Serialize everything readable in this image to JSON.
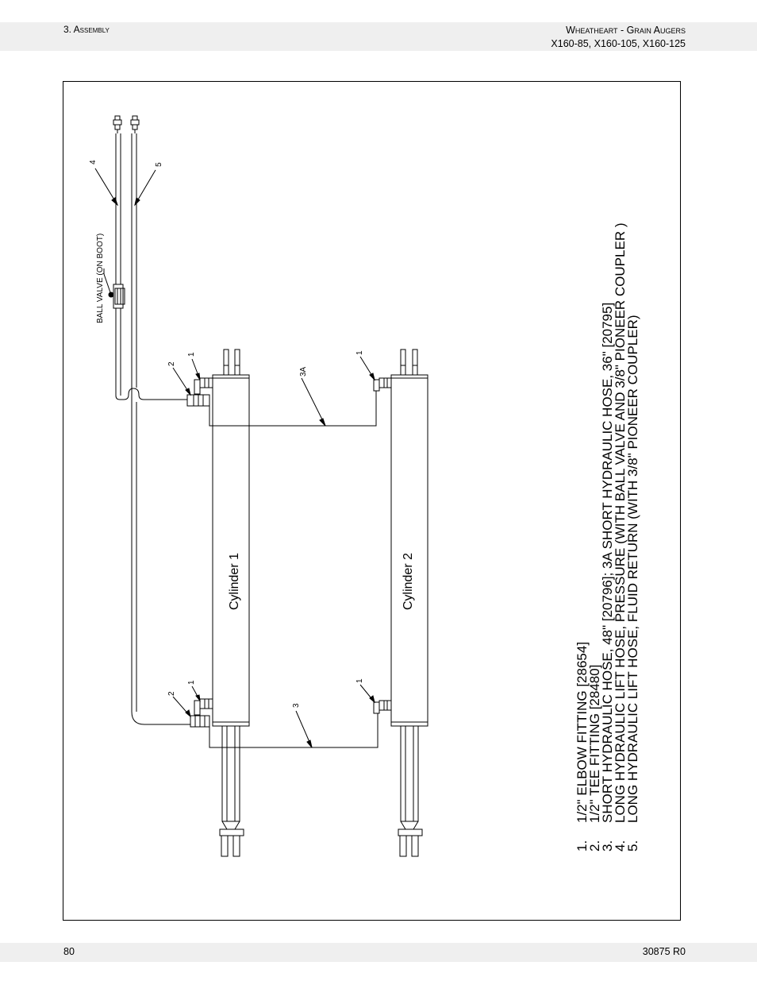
{
  "header": {
    "section": "3. Assembly",
    "title_line1": "Wheatheart - Grain Augers",
    "title_line2": "X160-85, X160-105, X160-125"
  },
  "footer": {
    "page_number": "80",
    "doc_number": "30875 R0"
  },
  "diagram": {
    "cylinder1": "Cylinder 1",
    "cylinder2": "Cylinder 2",
    "ball_valve_label": "BALL VALVE (ON BOOT)",
    "callouts": {
      "c1_top": "1",
      "c2_top": "2",
      "c1_bot": "1",
      "c2_bot": "2",
      "c1_cyl2_top": "1",
      "c1_cyl2_bot": "1",
      "c3": "3",
      "c3a": "3A",
      "c4": "4",
      "c5": "5"
    },
    "legend": [
      {
        "num": "1.",
        "text": "1/2\" ELBOW FITTING [28654]"
      },
      {
        "num": "2.",
        "text": "1/2\" TEE FITTING [28480]"
      },
      {
        "num": "3.",
        "text": "SHORT HYDRAULIC HOSE, 48\" [20796]; 3A SHORT HYDRAULIC HOSE, 36\" [20795]"
      },
      {
        "num": "4.",
        "text": "LONG HYDRAULIC LIFT HOSE, PRESSURE (WITH BALL VALVE AND 3/8\" PIONEER COUPLER )"
      },
      {
        "num": "5.",
        "text": "LONG HYDRAULIC LIFT HOSE, FLUID RETURN (WITH 3/8\" PIONEER COUPLER)"
      }
    ]
  }
}
